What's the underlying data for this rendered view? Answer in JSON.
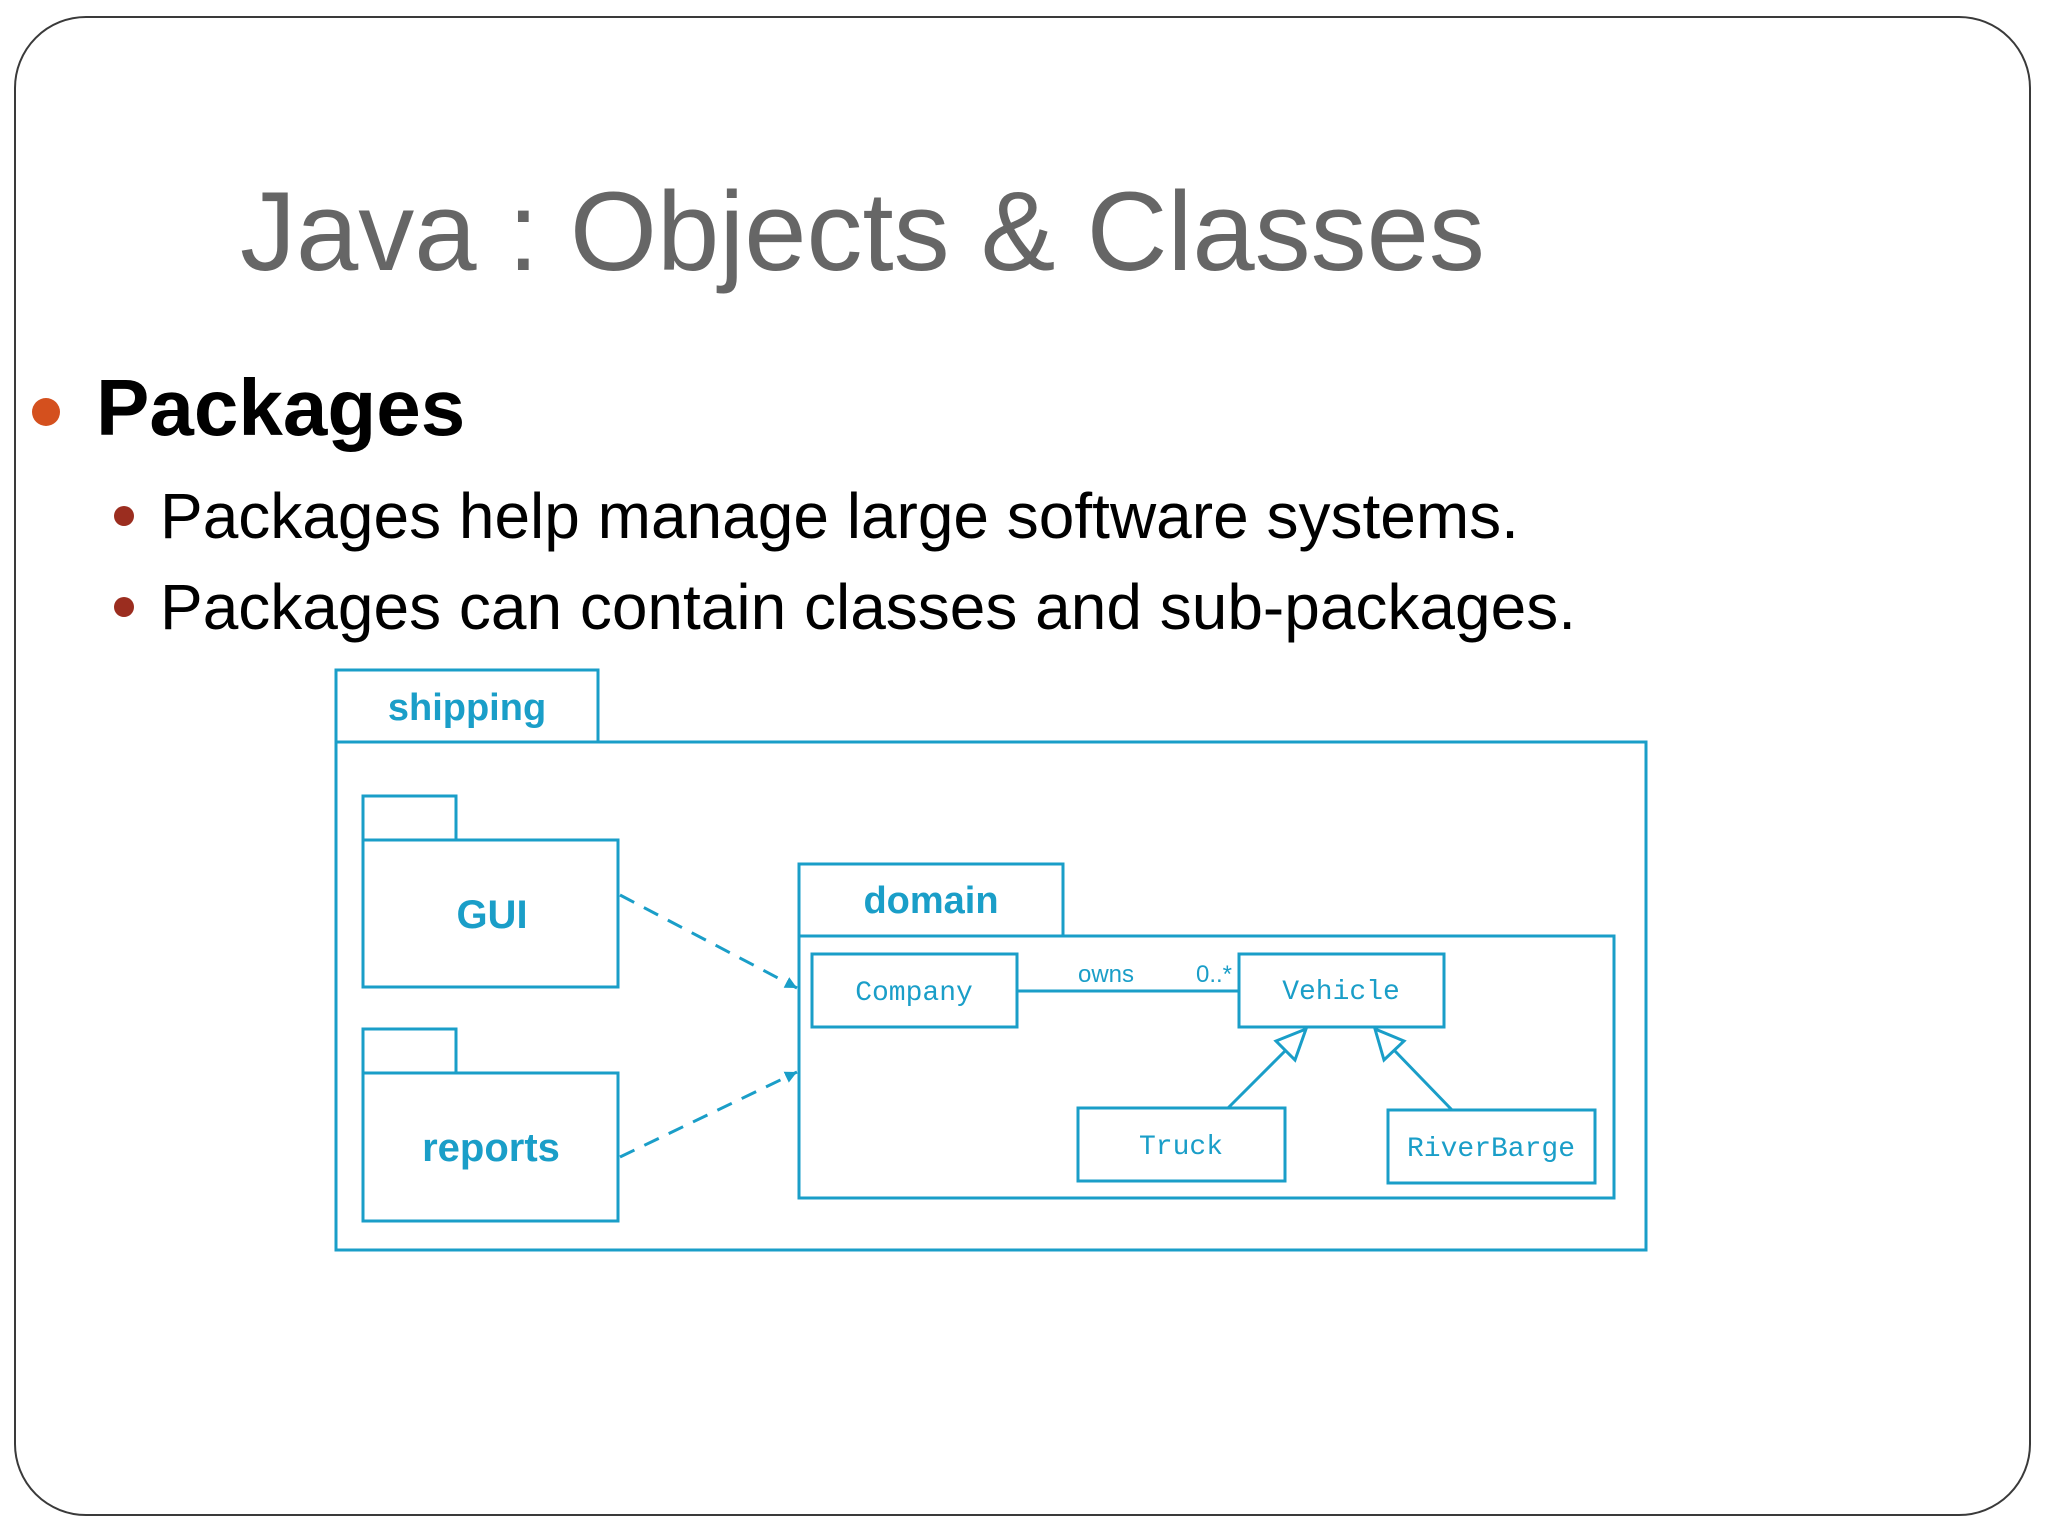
{
  "slide": {
    "title": "Java : Objects & Classes",
    "heading": "Packages",
    "bullets": [
      "Packages help manage large software systems.",
      "Packages can contain classes and sub-packages."
    ]
  },
  "diagram": {
    "accent_color": "#1a9ec8",
    "packages": {
      "shipping": "shipping",
      "gui": "GUI",
      "reports": "reports",
      "domain": "domain"
    },
    "classes": {
      "company": "Company",
      "vehicle": "Vehicle",
      "truck": "Truck",
      "riverbarge": "RiverBarge"
    },
    "association": {
      "label": "owns",
      "multiplicity": "0..*"
    }
  }
}
